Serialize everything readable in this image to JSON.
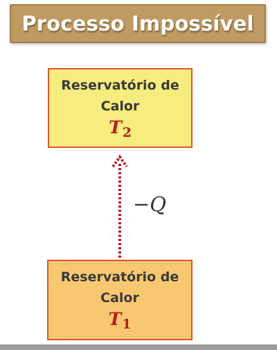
{
  "title": "Processo Impossível",
  "reservoir_top": {
    "line1": "Reservatório de",
    "line2": "Calor",
    "temp_symbol": "T",
    "temp_sub": "2"
  },
  "reservoir_bottom": {
    "line1": "Reservatório de",
    "line2": "Calor",
    "temp_symbol": "T",
    "temp_sub": "1"
  },
  "heat_label": "−Q",
  "colors": {
    "banner": "#c19a62",
    "reservoir_hot": "#f7ec7e",
    "reservoir_cold": "#f8c870",
    "border": "#d9572e",
    "arrow": "#b71c1c",
    "temperature": "#b71c1c"
  }
}
